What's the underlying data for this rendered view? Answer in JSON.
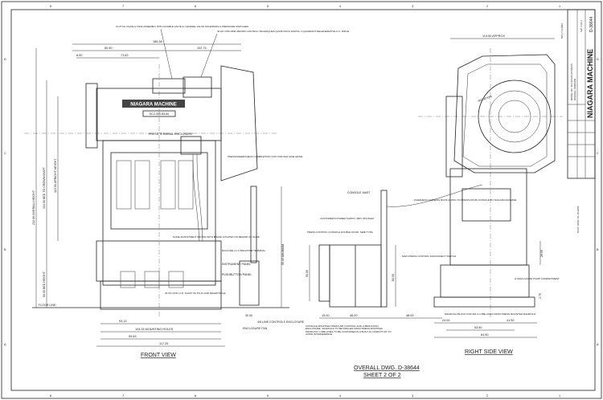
{
  "border": {
    "columns": [
      "8",
      "7",
      "6",
      "5",
      "4",
      "3",
      "2",
      "1"
    ],
    "rows": [
      "D",
      "C",
      "B",
      "A"
    ]
  },
  "front_view": {
    "title": "FRONT VIEW",
    "nameplate": "NIAGARA MACHINE",
    "model_plate": "SC2-300-84-60",
    "callouts": {
      "clutch": "CLUTCH VALVE & TANK ASSEMBLY WITH DOUBLE VALVE & CHANNEL VALVE SOLENOIDS & PRESSURE SWITCHES",
      "drive": "40 HP 1750 RPM 460/3/60 CONTROL TECHNIQUES QUANTUM III DIGITAL 4 QUADRANT REGENERATIVE D.C. DRIVE",
      "terminal": "PRESS TERMINAL ENCLOSURE",
      "speedcheck": "PRESS/SPEEDCHECK COMBINATION UNIT FOR DIAL/LINE DRIVE",
      "slide_adj": "SLIDE ADJUSTMENT MOTOR WITH BRAKE LOCATED ON BEHIND OF SLIDE",
      "dial": "DIAL/LINE LC II INDICATOR TERMINAL",
      "instrument": "INSTRUMENT PANEL",
      "pushbutton": "PUSHBUTTON PANEL",
      "shaft": "42.00 LONG O.D. SHAFT W/ PLUG AND RECEPTACLE",
      "floor": "FLOOR LINE",
      "fan": "ENCLOSURE FAN",
      "controls": "4/5 LINE CONTROLS ENCLOSURE"
    },
    "dims": {
      "overall_w": "186.38",
      "left": "80.50",
      "right": "102.75",
      "inner": "71.63",
      "small": "8.00",
      "height_overall": "232.00 OVERALL HEIGHT",
      "height_bed": "134.00 BED TO CROWNSHAFT",
      "height_upright": "115.50 UPRIGHT HEIGHT",
      "bed_height": "60.00 BED HEIGHT",
      "base1": "93.13",
      "mounting": "104.25 MOUNTING HOLES",
      "base2": "59.63",
      "base_total": "117.25",
      "pendant_h": "55.00 MINIMUM",
      "pendant_w": "30.00",
      "pendant_w2": "26.00"
    }
  },
  "console": {
    "mast": "CONSOLE MAST",
    "power": "CUSTOMER'S POWER SUPPLY 460V 3PH 60HZ",
    "console": "PRESS CONTROL CONSOLE DOUBLE DOOR, SEMI TYPE",
    "disconnect": "MAIN PRESS CONTROL DISCONNECT SWITCH",
    "air": "CONSOLE MOUNTED PRESS AIR CONTROL AND LUBRICATION ENCLOSURE. MANIFOLD TO BE DRILLED FROM PRESS MOUNTED MANIFOLD. LUBE LINES TO BE CONTAINED IN A BUILT-IN CONDUIT KIT TO AVOID INTERFERENCE",
    "dim_h1": "50.00",
    "dim_h2": "80.00",
    "dim_w1": "15.00",
    "dim_w2": "48.00",
    "dim_w3": "48.00"
  },
  "side_view": {
    "title": "RIGHT SIDE VIEW",
    "rotation": "ROTATION",
    "harness": "OVERHEAD HARNESS RUNS ALONG TO PRESS FROM CONSOLE BY NIAGARA MACHINE",
    "pump": "HYDRA-GUARD PUMP COMPARTMENT",
    "manifold": "MANIFOLD BLOCK FOR AIR & LUBE LINES FROM PRESS MOUNTED MANIFOLD",
    "dims": {
      "top": "113.50 APPROX",
      "d1": "24.00",
      "d2": "53.50",
      "d3": "41.50",
      "d4": "64.50",
      "h1": "26.00",
      "h2": "2.75"
    }
  },
  "title_block": {
    "company": "NIAGARA MACHINE",
    "drawing_no": "D-38644",
    "model": "MODEL NO. SC2-300-84-60 PRESS",
    "title": "OVERALL DRAWING",
    "sheet": "SHT 2 OF 2",
    "plot_date": "PLOT DATE: 01-18-2000",
    "rev": "NOV 6 8 2002"
  },
  "footer": {
    "drawing": "OVERALL DWG. D-38644",
    "sheet": "SHEET 2 OF 2"
  }
}
